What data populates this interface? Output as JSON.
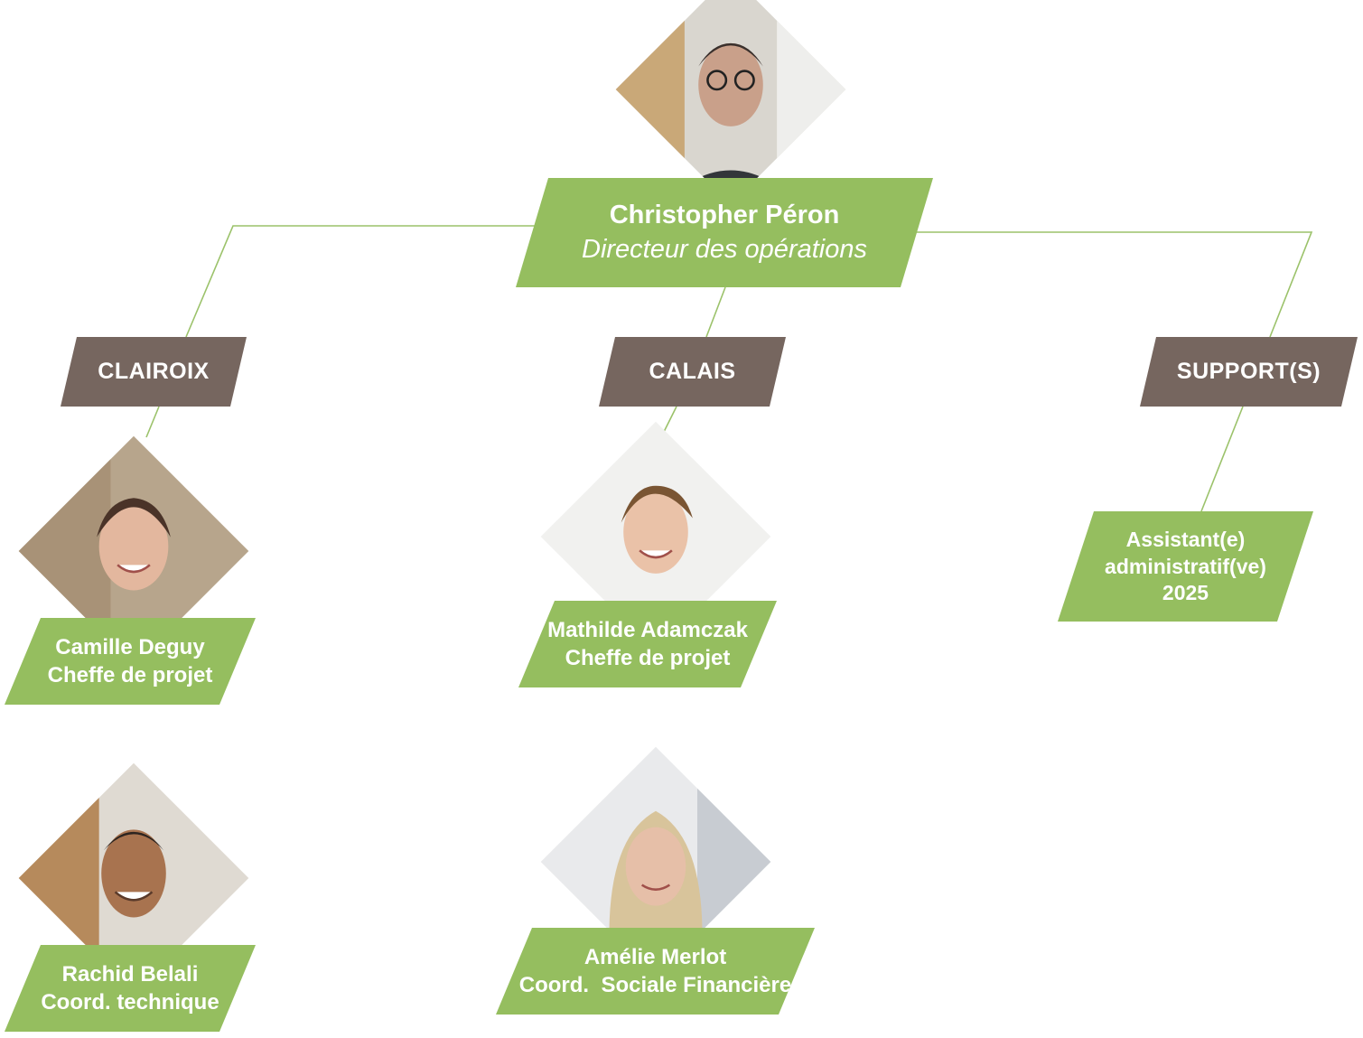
{
  "director": {
    "name": "Christopher Péron",
    "role": "Directeur des opérations"
  },
  "sites": [
    {
      "label": "CLAIROIX"
    },
    {
      "label": "CALAIS"
    },
    {
      "label": "SUPPORT(S)"
    }
  ],
  "members": {
    "camille": {
      "name": "Camille Deguy",
      "role": "Cheffe de projet"
    },
    "rachid": {
      "name": "Rachid Belali",
      "role": "Coord. technique"
    },
    "mathilde": {
      "name": "Mathilde Adamczak",
      "role": "Cheffe de projet"
    },
    "amelie": {
      "name": "Amélie Merlot",
      "role": "Coord.  Sociale Financière"
    },
    "assistant": {
      "line1": "Assistant(e)",
      "line2": "administratif(ve)",
      "line3": "2025"
    }
  },
  "colors": {
    "banner_green": "#95be5f",
    "site_brown": "#76665f",
    "connector": "#9bc26a"
  }
}
